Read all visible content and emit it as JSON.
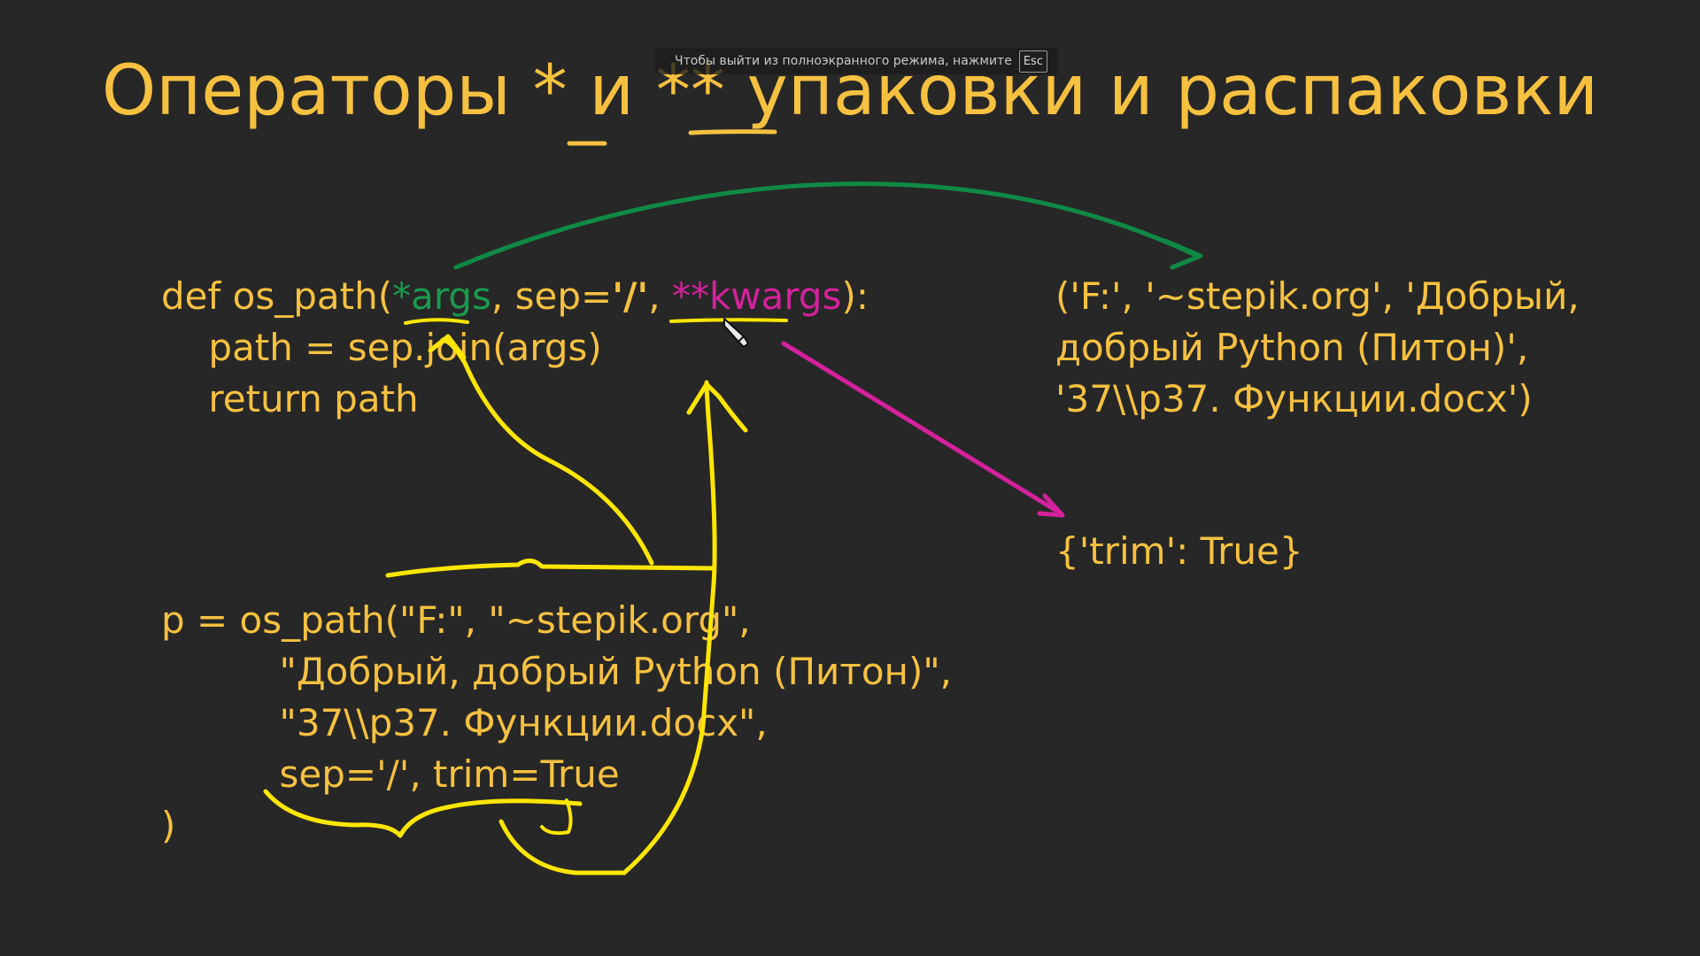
{
  "banner": {
    "message": "Чтобы выйти из полноэкранного режима, нажмите",
    "key": "Esc"
  },
  "title": {
    "part1": "Операторы ",
    "star1": "*",
    "part2": " и ",
    "star2": "**",
    "part3": " упаковки и распаковки"
  },
  "function_def": {
    "line1": {
      "prefix": "def os_path(",
      "star": "*",
      "args": "args",
      "middle": ", sep=",
      "sep_value": "'/'",
      "comma": ", ",
      "dstar": "**",
      "kwargs": "kwargs",
      "suffix": "):"
    },
    "line2": "    path = sep.join(args)",
    "line3": "    return path"
  },
  "call": {
    "line1": "p = os_path(\"F:\", \"~stepik.org\",",
    "line2": "          \"Добрый, добрый Python (Питон)\",",
    "line3": "          \"37\\\\p37. Функции.docx\",",
    "line4": "          sep='/', trim=True",
    "line5": ")"
  },
  "args_result": {
    "line1": "('F:', '~stepik.org', 'Добрый,",
    "line2": "добрый Python (Питон)',",
    "line3": "'37\\\\p37. Функции.docx')"
  },
  "kwargs_result": {
    "line1": "{'trim': True}"
  },
  "colors": {
    "background": "#272727",
    "code": "#f6c140",
    "args": "#1a9a4c",
    "kwargs": "#d4219c",
    "pen": "#ffe600"
  }
}
